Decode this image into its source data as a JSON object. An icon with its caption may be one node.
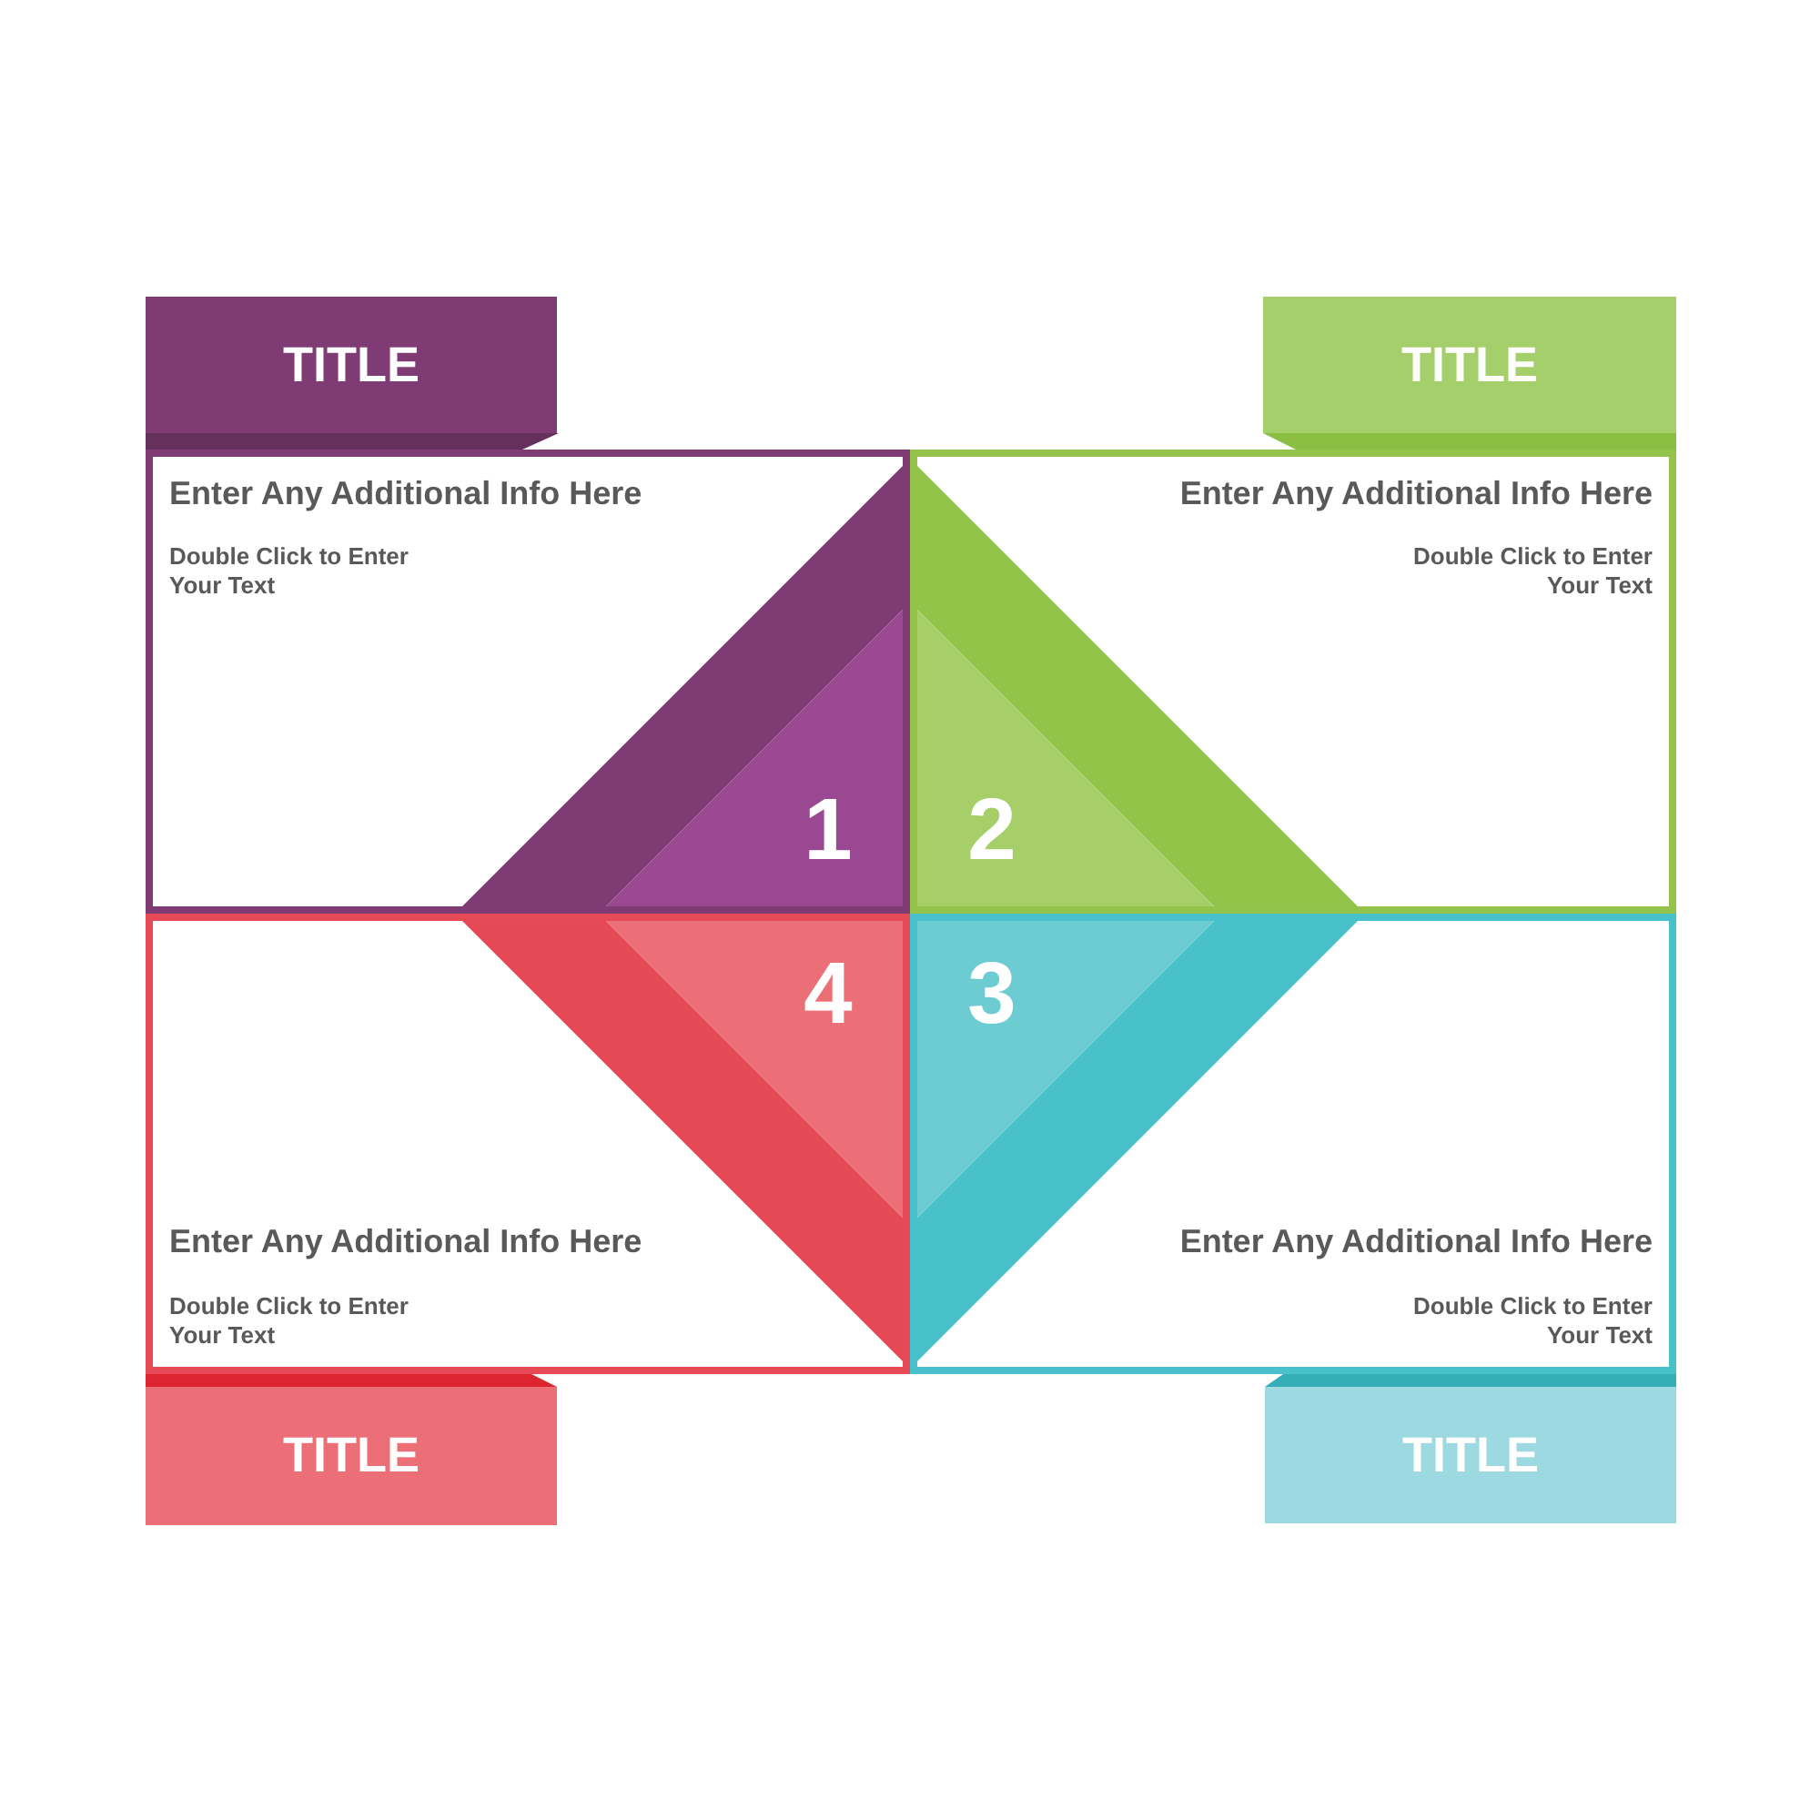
{
  "diagram": {
    "nodes": [
      {
        "text": [
          "TITLE"
        ]
      },
      {
        "text": [
          "TITLE"
        ]
      },
      {
        "text": [
          "Enter Any Additional Info Here",
          "Double Click to Enter Your Text"
        ]
      },
      {
        "text": [
          "1"
        ],
        "in": 2
      },
      {
        "text": [
          "Enter Any Additional Info Here",
          "Double Click to Enter Your Text"
        ]
      },
      {
        "text": [
          "2"
        ],
        "in": 4
      },
      {
        "text": [
          "Enter Any Additional Info Here",
          "Double Click to Enter Your Text"
        ]
      },
      {
        "text": [
          "4"
        ],
        "in": 6
      },
      {
        "text": [
          "Enter Any Additional Info Here",
          "Double Click to Enter Your Text"
        ]
      },
      {
        "text": [
          "3"
        ],
        "in": 8
      },
      {
        "text": [
          "TITLE"
        ]
      },
      {
        "text": [
          "TITLE"
        ]
      }
    ]
  }
}
